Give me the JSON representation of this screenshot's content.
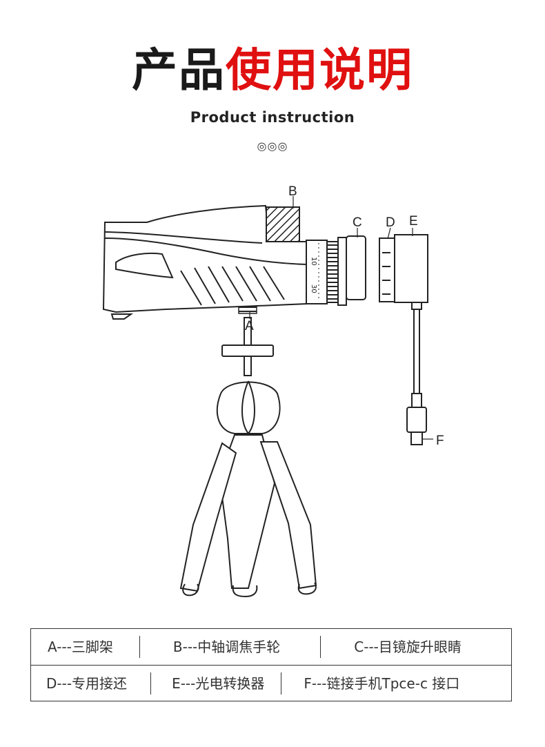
{
  "header": {
    "title_black": "产品",
    "title_red": "使用说明",
    "subtitle": "Product instruction",
    "ornament": "◎◎◎"
  },
  "diagram": {
    "labels": {
      "a": "A",
      "b": "B",
      "c": "C",
      "d": "D",
      "e": "E",
      "f": "F"
    },
    "scale_marks": [
      "10",
      "30"
    ]
  },
  "legend": {
    "row1": [
      "A---三脚架",
      "B---中轴调焦手轮",
      "C---目镜旋升眼睛"
    ],
    "row2": [
      "D---专用接还",
      "E---光电转换器",
      "F---链接手机Tpce-c 接口"
    ]
  },
  "colors": {
    "title_black": "#1a1a1a",
    "title_red": "#e01010",
    "line": "#222222"
  }
}
